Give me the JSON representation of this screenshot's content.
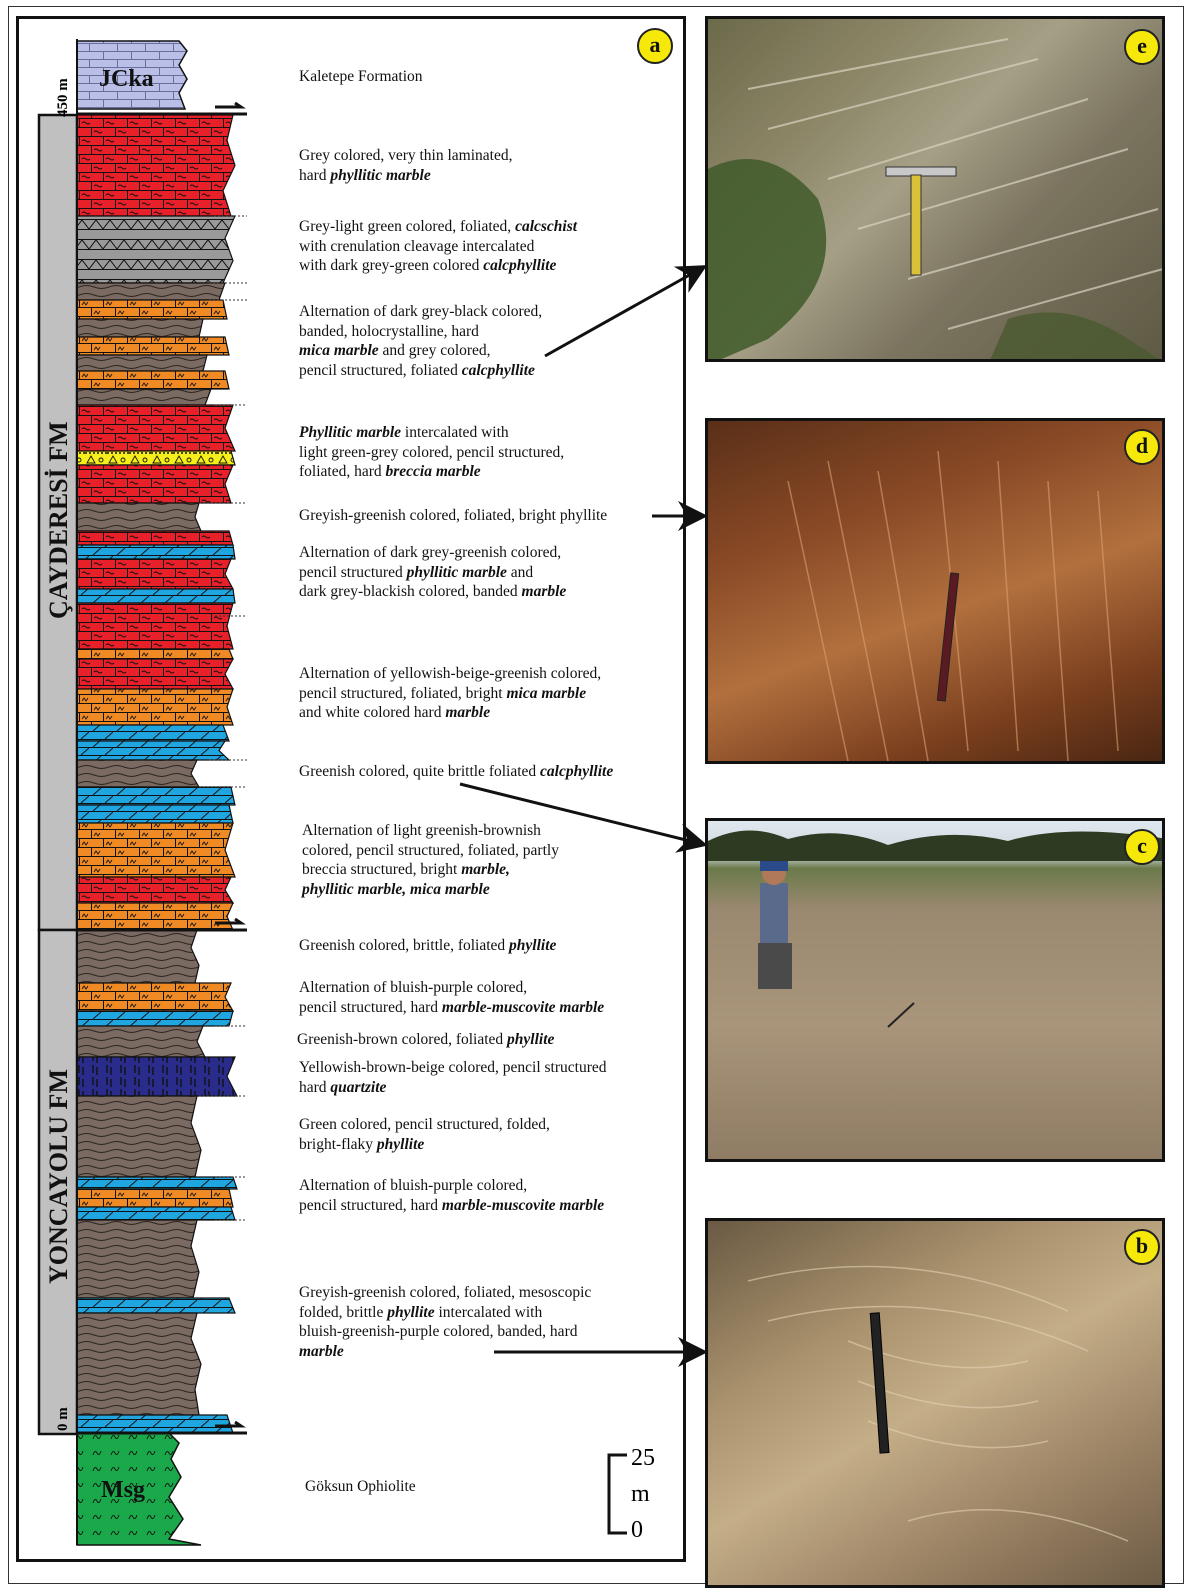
{
  "panel_labels": {
    "a": "a",
    "b": "b",
    "c": "c",
    "d": "d",
    "e": "e"
  },
  "column": {
    "top_unit": "JCka",
    "bottom_unit": "Msg",
    "height_top": "450 m",
    "height_bottom": "0 m",
    "upper_formation": "ÇAYDERESİ FM",
    "lower_formation": "YONCAYOLU FM"
  },
  "descriptions": [
    {
      "parts": [
        {
          "t": "Kaletepe Formation"
        }
      ]
    },
    {
      "parts": [
        {
          "t": "Grey colored, very thin laminated,"
        },
        {
          "br": true
        },
        {
          "t": "hard "
        },
        {
          "b": "phyllitic marble"
        }
      ]
    },
    {
      "parts": [
        {
          "t": "Grey-light green colored, foliated, "
        },
        {
          "b": "calcschist"
        },
        {
          "br": true
        },
        {
          "t": "with crenulation cleavage intercalated"
        },
        {
          "br": true
        },
        {
          "t": "with dark grey-green colored "
        },
        {
          "b": "calcphyllite"
        }
      ]
    },
    {
      "parts": [
        {
          "t": "Alternation of dark grey-black colored,"
        },
        {
          "br": true
        },
        {
          "t": "banded, holocrystalline, hard"
        },
        {
          "br": true
        },
        {
          "b": "mica marble"
        },
        {
          "t": " and grey colored,"
        },
        {
          "br": true
        },
        {
          "t": "pencil structured, foliated "
        },
        {
          "b": "calcphyllite"
        }
      ]
    },
    {
      "parts": [
        {
          "b": "Phyllitic marble"
        },
        {
          "t": " intercalated with"
        },
        {
          "br": true
        },
        {
          "t": "light green-grey colored, pencil structured,"
        },
        {
          "br": true
        },
        {
          "t": "foliated, hard "
        },
        {
          "b": "breccia marble"
        }
      ]
    },
    {
      "parts": [
        {
          "t": "Greyish-greenish colored, foliated, bright phyllite"
        }
      ]
    },
    {
      "parts": [
        {
          "t": "Alternation of dark grey-greenish colored,"
        },
        {
          "br": true
        },
        {
          "t": "pencil structured "
        },
        {
          "b": "phyllitic marble"
        },
        {
          "t": " and"
        },
        {
          "br": true
        },
        {
          "t": "dark grey-blackish colored, banded "
        },
        {
          "b": "marble"
        }
      ]
    },
    {
      "parts": [
        {
          "t": "Alternation of yellowish-beige-greenish colored,"
        },
        {
          "br": true
        },
        {
          "t": "pencil structured, foliated, bright "
        },
        {
          "b": "mica marble"
        },
        {
          "br": true
        },
        {
          "t": "and white colored hard "
        },
        {
          "b": "marble"
        }
      ]
    },
    {
      "parts": [
        {
          "t": "Greenish colored, quite brittle foliated "
        },
        {
          "b": "calcphyllite"
        }
      ]
    },
    {
      "parts": [
        {
          "t": "Alternation of light greenish-brownish"
        },
        {
          "br": true
        },
        {
          "t": "colored, pencil structured, foliated, partly"
        },
        {
          "br": true
        },
        {
          "t": "breccia structured, bright "
        },
        {
          "b": "marble,"
        },
        {
          "br": true
        },
        {
          "b": "phyllitic marble, mica marble"
        }
      ]
    },
    {
      "parts": [
        {
          "t": "Greenish colored, brittle, foliated "
        },
        {
          "b": "phyllite"
        }
      ]
    },
    {
      "parts": [
        {
          "t": "Alternation of bluish-purple colored,"
        },
        {
          "br": true
        },
        {
          "t": "pencil structured, hard "
        },
        {
          "b": "marble-muscovite marble"
        }
      ]
    },
    {
      "parts": [
        {
          "t": "Greenish-brown colored, foliated "
        },
        {
          "b": "phyllite"
        }
      ]
    },
    {
      "parts": [
        {
          "t": "Yellowish-brown-beige colored, pencil structured"
        },
        {
          "br": true
        },
        {
          "t": "hard "
        },
        {
          "b": "quartzite"
        }
      ]
    },
    {
      "parts": [
        {
          "t": "Green colored, pencil structured, folded,"
        },
        {
          "br": true
        },
        {
          "t": "bright-flaky "
        },
        {
          "b": "phyllite"
        }
      ]
    },
    {
      "parts": [
        {
          "t": "Alternation of bluish-purple colored,"
        },
        {
          "br": true
        },
        {
          "t": "pencil structured, hard "
        },
        {
          "b": "marble-muscovite marble"
        }
      ]
    },
    {
      "parts": [
        {
          "t": "Greyish-greenish colored, foliated, mesoscopic"
        },
        {
          "br": true
        },
        {
          "t": "folded, brittle "
        },
        {
          "b": "phyllite"
        },
        {
          "t": " intercalated with"
        },
        {
          "br": true
        },
        {
          "t": "bluish-greenish-purple colored, banded, hard"
        },
        {
          "br": true
        },
        {
          "b": "marble"
        }
      ]
    },
    {
      "parts": [
        {
          "t": "Göksun Ophiolite"
        }
      ]
    }
  ],
  "scale": {
    "top": "25",
    "unit": "m",
    "bottom": "0"
  },
  "colors": {
    "phyllitic_marble": "#e8202a",
    "calcschist": "#9a9a9a",
    "mica_marble": "#f08a24",
    "marble": "#1fa6e0",
    "phyllite": "#7a6a62",
    "quartzite": "#2a2c8c",
    "breccia": "#f6ee1a",
    "ophiolite": "#1aa84a",
    "kaletepe": "#b9bfe6",
    "formation_bar": "#c0c0c0",
    "badge": "#f6e90a"
  }
}
